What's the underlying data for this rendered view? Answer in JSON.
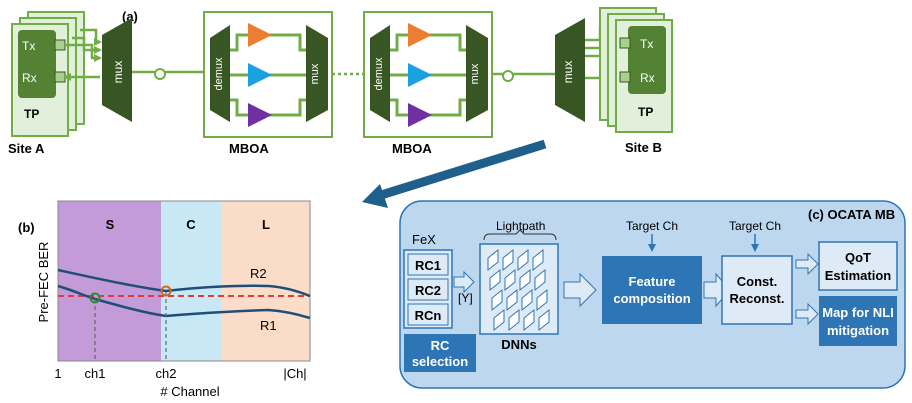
{
  "panel_a": {
    "label": "(a)",
    "site_a": {
      "name": "Site A",
      "tx": "Tx",
      "rx": "Rx",
      "tp": "TP"
    },
    "site_b": {
      "name": "Site B",
      "tx": "Tx",
      "rx": "Rx",
      "tp": "TP"
    },
    "mux_label": "mux",
    "demux_label": "demux",
    "mboa_label": "MBOA",
    "amp_colors": [
      "#ED7D31",
      "#1BA1E2",
      "#7030A0"
    ],
    "fiber_color": "#70AD47",
    "mux_color": "#375623"
  },
  "panel_b": {
    "label": "(b)",
    "ylabel": "Pre-FEC BER",
    "xlabel": "# Channel",
    "band_labels": [
      "S",
      "C",
      "L"
    ],
    "band_colors": [
      "#C39BD9",
      "#C8E8F5",
      "#FADCC8"
    ],
    "x_ticks": [
      "1",
      "ch1",
      "ch2",
      "|Ch|"
    ],
    "curve_labels": [
      "R2",
      "R1"
    ],
    "curve_color": "#1F4E79",
    "threshold_color": "#E53935"
  },
  "panel_c": {
    "label": "(c) OCATA MB",
    "fex_label": "FeX",
    "rc_items": [
      "RC1",
      "RC2",
      "RCn"
    ],
    "rc_selection": "RC selection",
    "y_symbol": "[Y]",
    "lightpath_label": "Lightpath",
    "dnn_label": "DNNs",
    "target_ch_1": "Target Ch",
    "target_ch_2": "Target Ch",
    "feature_composition": "Feature composition",
    "const_reconst": "Const. Reconst.",
    "qot_estimation": "QoT Estimation",
    "nli_mitigation": "Map for NLI mitigation",
    "bg_color": "#BDD7EE",
    "box_color": "#2E75B6"
  }
}
